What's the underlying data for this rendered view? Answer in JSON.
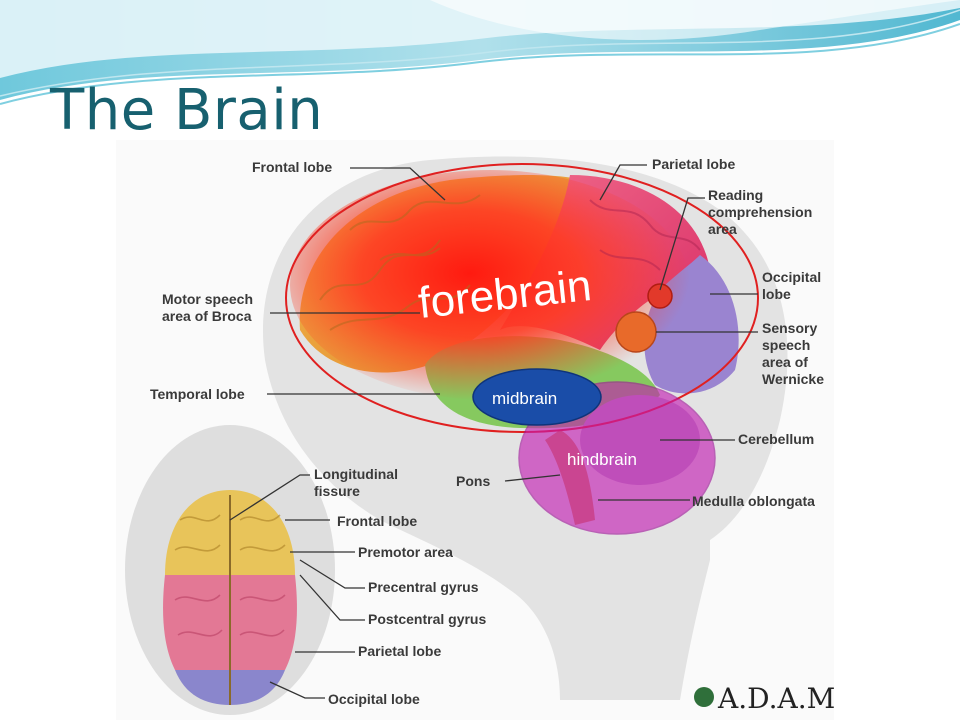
{
  "slide": {
    "title": "The Brain"
  },
  "overlays": {
    "forebrain": "forebrain",
    "midbrain": "midbrain",
    "hindbrain": "hindbrain"
  },
  "side_labels": {
    "frontal_lobe": "Frontal lobe",
    "parietal_lobe": "Parietal lobe",
    "reading_1": "Reading",
    "reading_2": "comprehension",
    "reading_3": "area",
    "occipital_1": "Occipital",
    "occipital_2": "lobe",
    "motor_1": "Motor speech",
    "motor_2": "area of Broca",
    "sensory_1": "Sensory",
    "sensory_2": "speech",
    "sensory_3": "area of",
    "sensory_4": "Wernicke",
    "temporal_lobe": "Temporal lobe",
    "cerebellum": "Cerebellum",
    "pons": "Pons",
    "medulla": "Medulla oblongata"
  },
  "top_labels": {
    "longitudinal_1": "Longitudinal",
    "longitudinal_2": "fissure",
    "frontal_lobe": "Frontal lobe",
    "premotor": "Premotor area",
    "precentral": "Precentral gyrus",
    "postcentral": "Postcentral gyrus",
    "parietal_lobe": "Parietal lobe",
    "occipital_lobe": "Occipital lobe"
  },
  "logo": {
    "text": "A.D.A.M."
  },
  "colors": {
    "title": "#17606f",
    "frontal": "#e8a93a",
    "parietal": "#e8406a",
    "occipital": "#8f79c9",
    "temporal": "#7ec45a",
    "forebrain_glow": "#ff2a1a",
    "midbrain": "#1a4da8",
    "hindbrain": "#c41bb4"
  }
}
